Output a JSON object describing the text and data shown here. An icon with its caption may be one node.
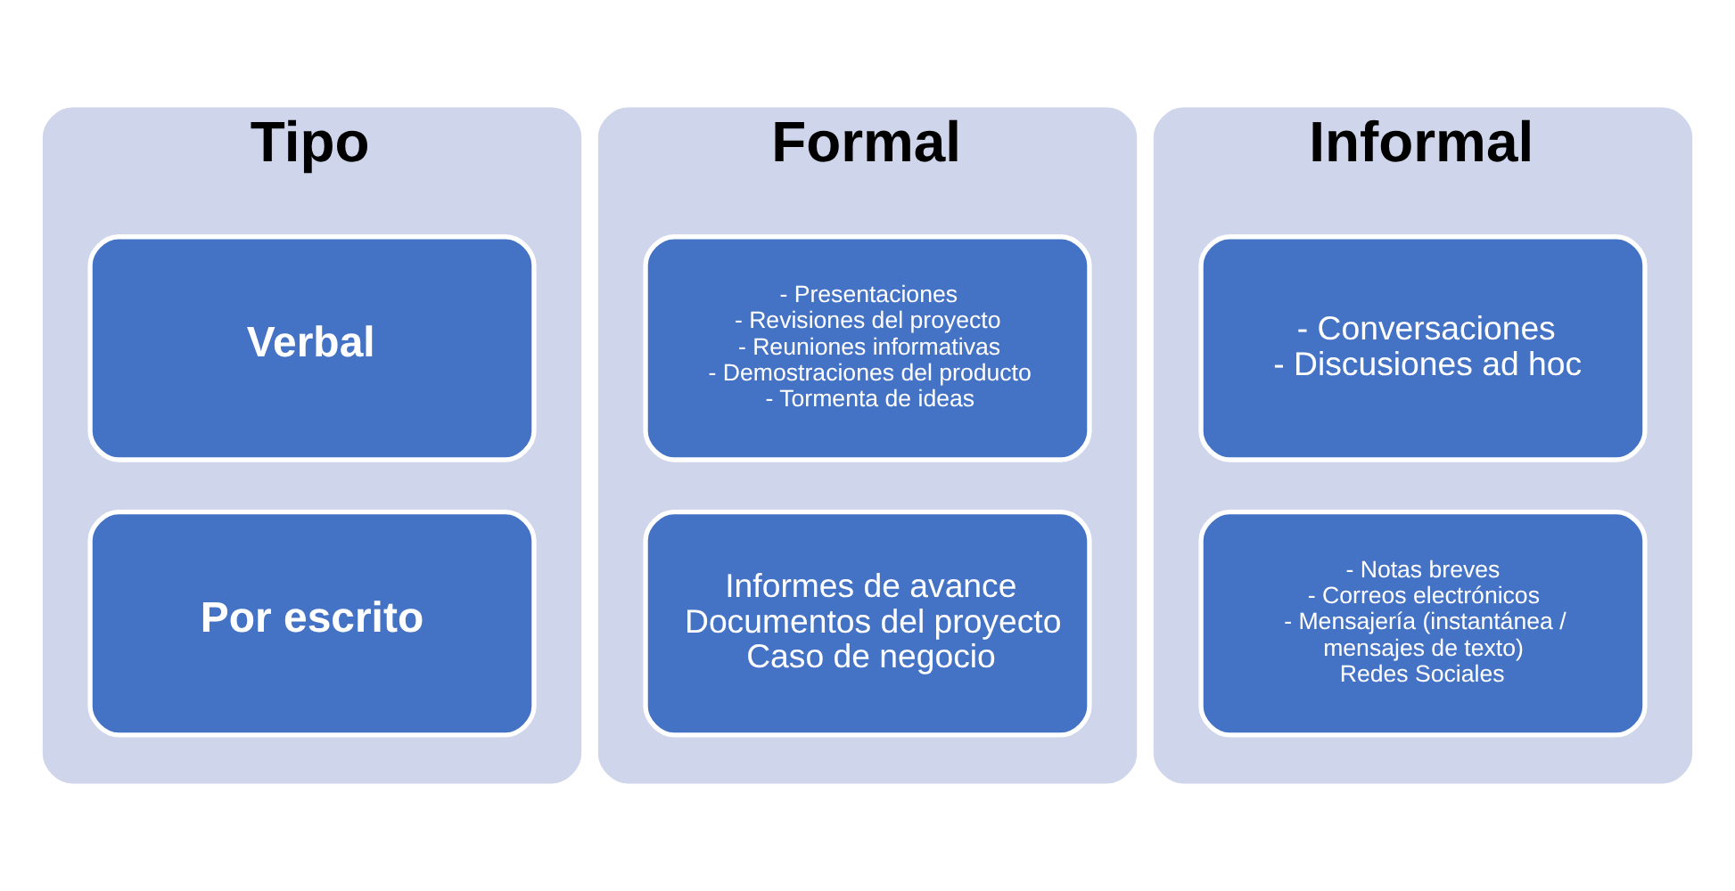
{
  "diagram": {
    "nodes": [
      {
        "text": [
          "Tipo"
        ]
      },
      {
        "text": [
          "Verbal"
        ],
        "in": 0
      },
      {
        "text": [
          "Por escrito"
        ],
        "in": 0
      },
      {
        "text": [
          "Formal"
        ]
      },
      {
        "text": [
          "- Presentaciones",
          "- Revisiones del proyecto",
          "- Reuniones informativas",
          "- Demostraciones del producto",
          "- Tormenta de ideas"
        ],
        "in": 3
      },
      {
        "text": [
          "Informes de avance",
          "Documentos del proyecto",
          "Caso de negocio"
        ],
        "in": 3
      },
      {
        "text": [
          "Informal"
        ]
      },
      {
        "text": [
          "- Conversaciones",
          "- Discusiones ad hoc"
        ],
        "in": 6
      },
      {
        "text": [
          "- Notas breves",
          "- Correos electrónicos",
          "- Mensajería (instantánea / mensajes de texto)",
          "Redes Sociales"
        ],
        "in": 6
      }
    ],
    "edges": []
  }
}
